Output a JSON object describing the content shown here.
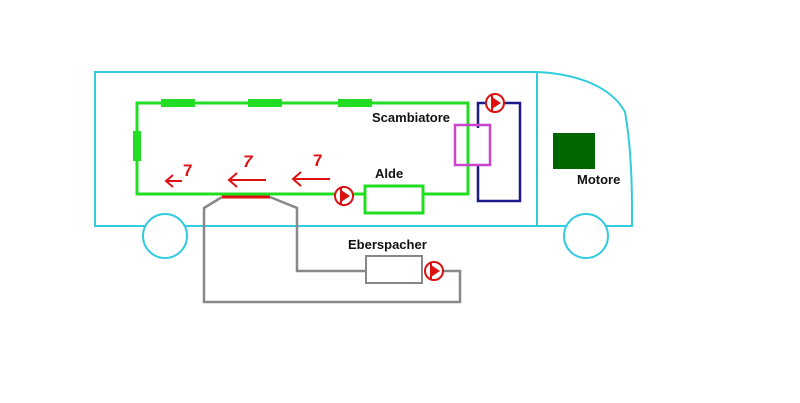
{
  "labels": {
    "scambiatore": "Scambiatore",
    "alde": "Alde",
    "motore": "Motore",
    "eberspacher": "Eberspacher"
  },
  "flow_markers": [
    "7",
    "7",
    "7"
  ],
  "colors": {
    "body_outline": "#33ccdd",
    "green_circuit": "#22dd22",
    "engine_circuit": "#1a1a88",
    "gray_circuit": "#888888",
    "heat_exchanger": "#cc44cc",
    "engine_block": "#006600",
    "flow_arrows": "#dd1111",
    "pump": "#dd1111"
  },
  "icons": [
    "pump-icon",
    "flow-arrow-icon"
  ]
}
